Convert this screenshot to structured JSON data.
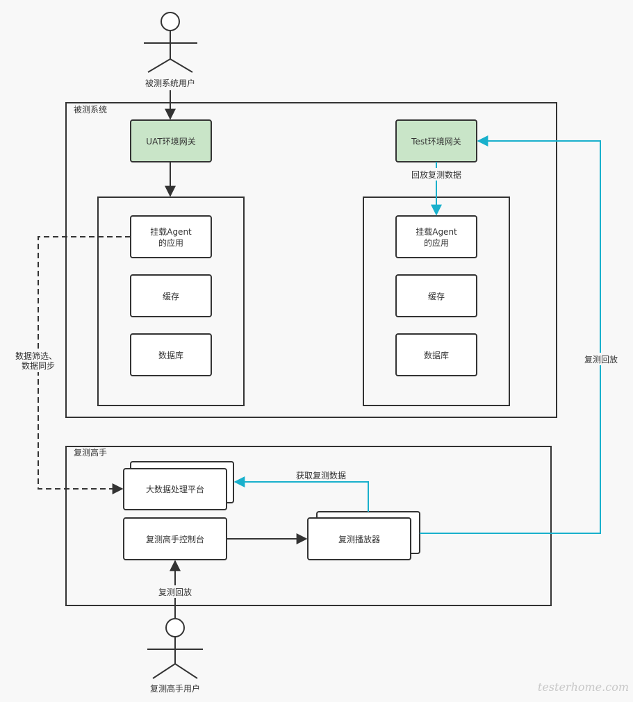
{
  "actors": {
    "top": "被测系统用户",
    "bottom": "复测高手用户"
  },
  "containers": {
    "system": "被测系统",
    "replay_master": "复测高手"
  },
  "gateways": {
    "uat": "UAT环境网关",
    "test": "Test环境网关"
  },
  "left_app": {
    "agent_line1": "挂载Agent",
    "agent_line2": "的应用",
    "cache": "缓存",
    "db": "数据库"
  },
  "right_app": {
    "agent_line1": "挂载Agent",
    "agent_line2": "的应用",
    "cache": "缓存",
    "db": "数据库"
  },
  "replay_components": {
    "bigdata": "大数据处理平台",
    "console": "复测高手控制台",
    "player": "复测播放器"
  },
  "edge_labels": {
    "playback_data": "回放复测数据",
    "data_filter_line1": "数据筛选、",
    "data_filter_line2": "数据同步",
    "replay_right": "复测回放",
    "fetch_data": "获取复测数据",
    "replay_bottom": "复测回放"
  },
  "watermark": "testerhome.com",
  "colors": {
    "gateway_fill": "#c9e5c8",
    "teal": "#19b0cc",
    "dark": "#333333"
  }
}
